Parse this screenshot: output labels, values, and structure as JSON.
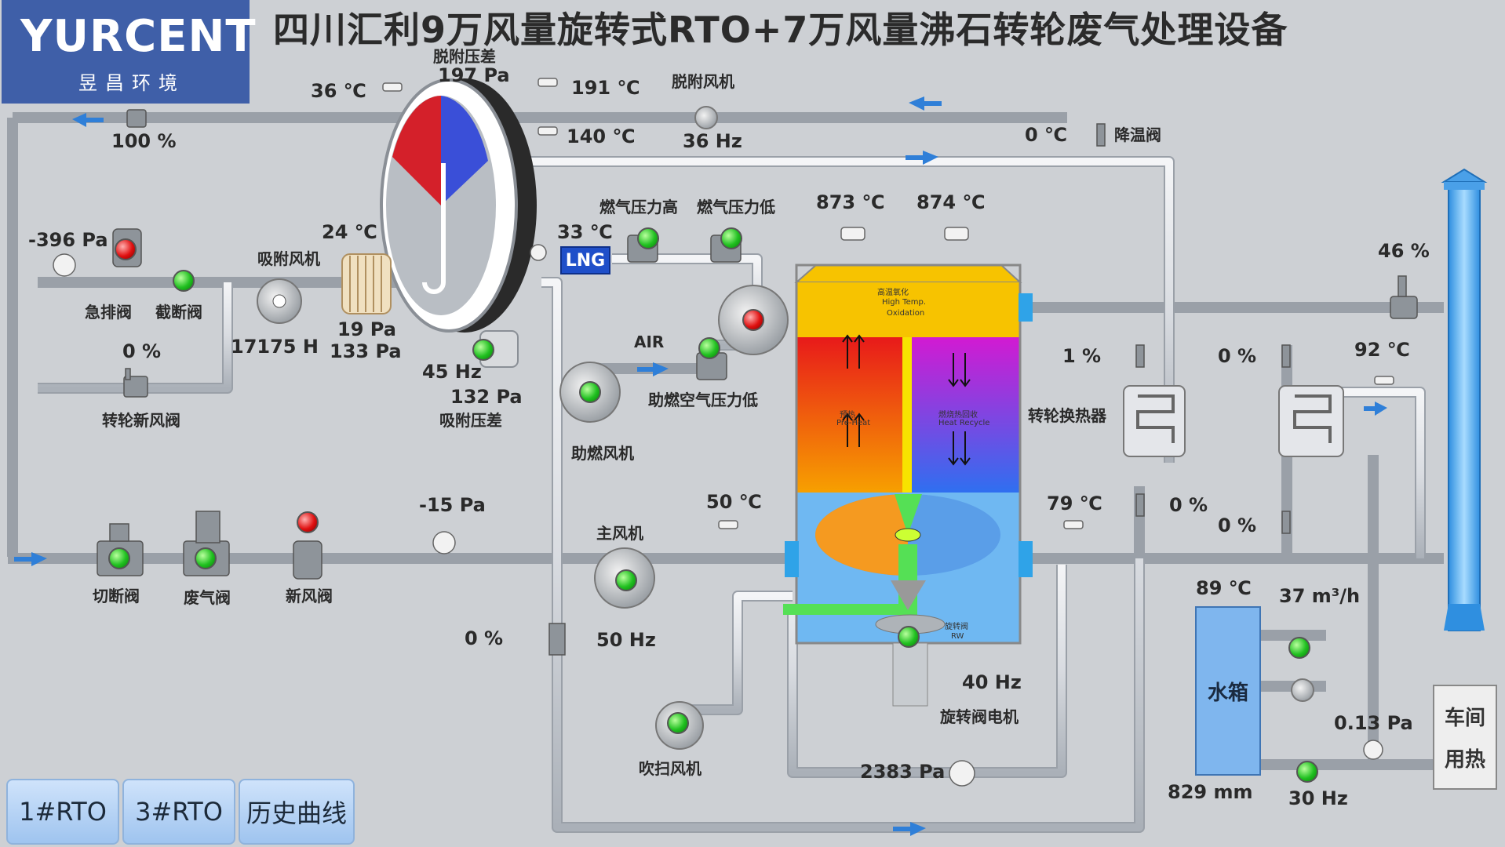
{
  "title": "四川汇利9万风量旋转式RTO+7万风量沸石转轮废气处理设备",
  "logo": {
    "brand": "YURCENT",
    "subtitle": "昱昌环境"
  },
  "nav": {
    "btn1": "1#RTO",
    "btn2": "3#RTO",
    "btn3": "历史曲线"
  },
  "lng_label": "LNG",
  "air_label": "AIR",
  "labels": {
    "desorb_dp": "脱附压差",
    "desorb_fan": "脱附风机",
    "cooling_valve": "降温阀",
    "gas_high": "燃气压力高",
    "gas_low": "燃气压力低",
    "adsorb_fan": "吸附风机",
    "emergency_valve": "急排阀",
    "shutoff_valve": "截断阀",
    "wheel_fresh_valve": "转轮新风阀",
    "adsorb_dp": "吸附压差",
    "combustion_air_low": "助燃空气压力低",
    "combustion_fan": "助燃风机",
    "wheel_hx": "转轮换热器",
    "cut_valve": "切断阀",
    "waste_valve": "废气阀",
    "fresh_valve": "新风阀",
    "main_fan": "主风机",
    "purge_fan": "吹扫风机",
    "rotary_motor": "旋转阀电机",
    "water_tank": "水箱",
    "workshop_1": "车间",
    "workshop_2": "用热"
  },
  "readings": {
    "t_36": "36 ℃",
    "dp_desorb": "197 Pa",
    "t_191": "191 ℃",
    "t_140": "140 ℃",
    "hz_36": "36 Hz",
    "t_0": "0 ℃",
    "pct_100": "100 %",
    "t_873": "873 ℃",
    "t_874": "874 ℃",
    "p_neg396": "-396 Pa",
    "t_24": "24 ℃",
    "t_33": "33 ℃",
    "pct_46": "46 %",
    "p_19": "19 Pa",
    "p_133": "133 Pa",
    "h_17175": "17175 H",
    "pct_0_a": "0 %",
    "hz_45": "45 Hz",
    "p_132": "132 Pa",
    "pct_1": "1 %",
    "pct_0_b": "0 %",
    "t_92": "92 ℃",
    "p_neg15": "-15 Pa",
    "t_50": "50 ℃",
    "t_79": "79 ℃",
    "pct_0_c": "0 %",
    "pct_0_d": "0 %",
    "pct_0_e": "0 %",
    "hz_50": "50 Hz",
    "t_89": "89 ℃",
    "flow_37": "37 m³/h",
    "hz_40": "40 Hz",
    "p_013": "0.13 Pa",
    "p_2383": "2383 Pa",
    "mm_829": "829 mm",
    "hz_30": "30 Hz"
  },
  "rto_zones": {
    "oxidation_cn": "高温氧化",
    "oxidation_en1": "High Temp.",
    "oxidation_en2": "Oxidation",
    "preheat_cn": "预热",
    "preheat_en": "Pre-Heat",
    "recycle_cn": "燃烧热回收",
    "recycle_en": "Heat Recycle",
    "rw_cn": "旋转阀",
    "rw_en": "RW"
  },
  "colors": {
    "background": "#cdd0d4",
    "pipe": "#e4e6ea",
    "pipe_edge": "#9aa0a8",
    "oxidation": "#f7c300",
    "preheat_top": "#e81a1a",
    "preheat_bottom": "#f7a000",
    "recycle_top": "#d21ad2",
    "recycle_bottom": "#2f6ff0",
    "lower_chamber": "#6fb8f2",
    "status_ok": "#20c020",
    "status_alarm": "#e01010",
    "logo_bg": "#3f5fa8",
    "nav_button": "#b7d4f6"
  }
}
